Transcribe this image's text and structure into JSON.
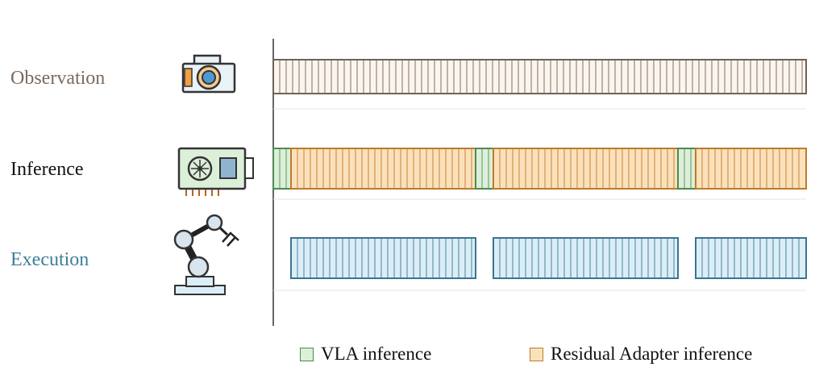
{
  "rows": [
    {
      "label": "Observation",
      "color": "#7a6a5e"
    },
    {
      "label": "Inference",
      "color": "#111111"
    },
    {
      "label": "Execution",
      "color": "#3f7f99"
    }
  ],
  "legend": {
    "vla": {
      "label": "VLA inference",
      "fill": "#dcefd9",
      "stroke": "#4d8a52"
    },
    "adapter": {
      "label": "Residual Adapter inference",
      "fill": "#fbe1bb",
      "stroke": "#bf7a2a"
    }
  },
  "colors": {
    "observation_fill": "#fbf5ee",
    "observation_stroke": "#6e6258",
    "execution_fill": "#dbeef7",
    "execution_stroke": "#3a7590",
    "axis": "#333333",
    "guide": "#e6e6e6"
  },
  "icons": {
    "observation": "camera-icon",
    "inference": "gpu-card-icon",
    "execution": "robot-arm-icon"
  }
}
